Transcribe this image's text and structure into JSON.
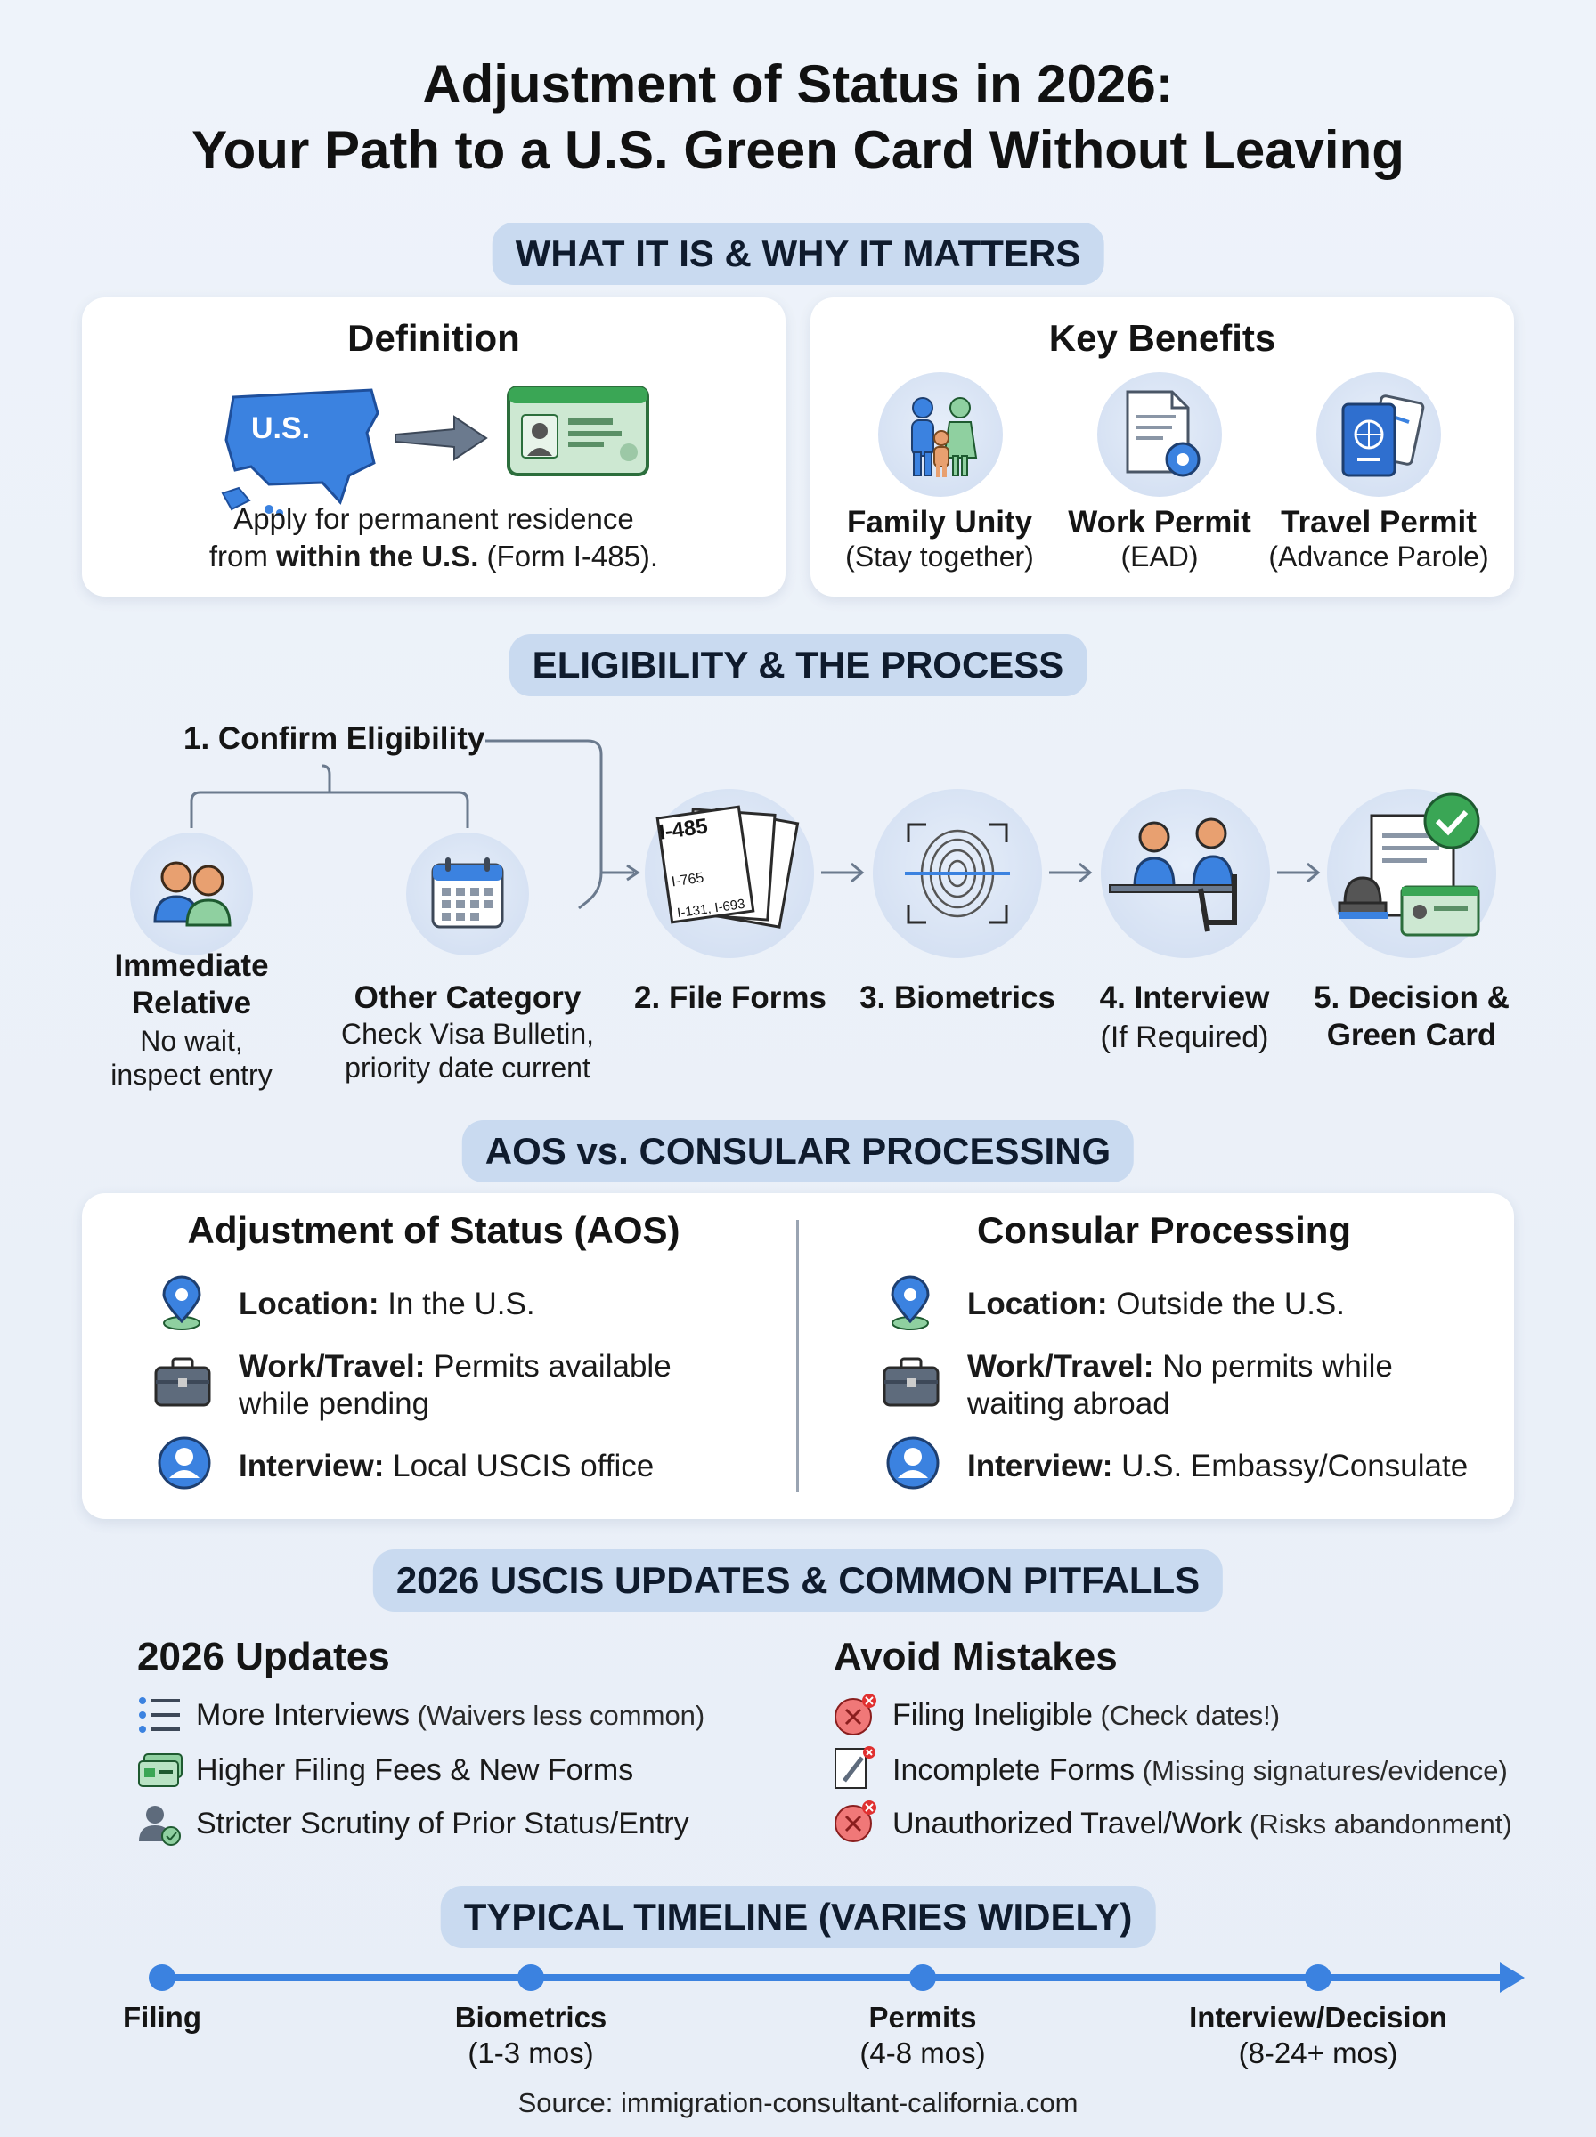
{
  "header": {
    "title_line1": "Adjustment of Status in 2026:",
    "title_line2": "Your Path to a U.S. Green Card Without Leaving"
  },
  "sections": {
    "what": "WHAT IT IS & WHY IT MATTERS",
    "eligibility": "ELIGIBILITY & THE PROCESS",
    "compare": "AOS vs. CONSULAR PROCESSING",
    "updates": "2026 USCIS UPDATES & COMMON PITFALLS",
    "timeline": "TYPICAL TIMELINE (VARIES WIDELY)"
  },
  "definition": {
    "heading": "Definition",
    "map_label": "U.S.",
    "text_pre": "Apply for permanent residence",
    "text_from": "from ",
    "text_bold": "within the U.S.",
    "text_post": " (Form I-485)."
  },
  "benefits": {
    "heading": "Key Benefits",
    "items": [
      {
        "title": "Family Unity",
        "sub": "(Stay together)",
        "icon": "family-icon"
      },
      {
        "title": "Work Permit",
        "sub": "(EAD)",
        "icon": "document-gear-icon"
      },
      {
        "title": "Travel Permit",
        "sub": "(Advance Parole)",
        "icon": "passport-icon"
      }
    ]
  },
  "process": {
    "confirm": "1. Confirm Eligibility",
    "immediate": {
      "title_line1": "Immediate",
      "title_line2": "Relative",
      "sub_line1": "No wait,",
      "sub_line2": "inspect entry"
    },
    "other": {
      "title": "Other Category",
      "sub_line1": "Check Visa Bulletin,",
      "sub_line2": "priority date current"
    },
    "forms": {
      "title": "2. File Forms",
      "doc1": "I-485",
      "doc2": "I-765",
      "doc3": "I-131, I-693"
    },
    "biometrics": {
      "title": "3. Biometrics"
    },
    "interview": {
      "title": "4. Interview",
      "sub": "(If Required)"
    },
    "decision": {
      "title_line1": "5. Decision &",
      "title_line2": "Green Card"
    }
  },
  "compare": {
    "aos": {
      "heading": "Adjustment of Status (AOS)",
      "location_label": "Location:",
      "location": " In the U.S.",
      "work_label": "Work/Travel:",
      "work_line1": " Permits available",
      "work_line2": "while pending",
      "interview_label": "Interview:",
      "interview": " Local USCIS office"
    },
    "consular": {
      "heading": "Consular Processing",
      "location_label": "Location:",
      "location": " Outside the U.S.",
      "work_label": "Work/Travel:",
      "work_line1": " No permits while",
      "work_line2": "waiting abroad",
      "interview_label": "Interview:",
      "interview": " U.S. Embassy/Consulate"
    }
  },
  "updates": {
    "heading": "2026 Updates",
    "items": [
      {
        "main": "More Interviews",
        "detail": " (Waivers less common)",
        "icon": "list-icon"
      },
      {
        "main": "Higher Filing Fees & New Forms",
        "detail": "",
        "icon": "money-icon"
      },
      {
        "main": "Stricter Scrutiny of Prior Status/Entry",
        "detail": "",
        "icon": "user-check-icon"
      }
    ]
  },
  "mistakes": {
    "heading": "Avoid Mistakes",
    "items": [
      {
        "main": "Filing Ineligible",
        "detail": " (Check dates!)",
        "icon": "error-icon"
      },
      {
        "main": "Incomplete Forms",
        "detail": " (Missing signatures/evidence)",
        "icon": "document-pen-icon"
      },
      {
        "main": "Unauthorized Travel/Work",
        "detail": " (Risks abandonment)",
        "icon": "error-icon"
      }
    ]
  },
  "timeline": {
    "points": [
      {
        "label": "Filing",
        "sub": ""
      },
      {
        "label": "Biometrics",
        "sub": "(1-3 mos)"
      },
      {
        "label": "Permits",
        "sub": "(4-8 mos)"
      },
      {
        "label": "Interview/Decision",
        "sub": "(8-24+ mos)"
      }
    ]
  },
  "footer": {
    "source": "Source: immigration-consultant-california.com"
  },
  "colors": {
    "accent": "#3b82e0",
    "pill": "#c9daf0",
    "error": "#e05555",
    "green": "#3aa655"
  }
}
